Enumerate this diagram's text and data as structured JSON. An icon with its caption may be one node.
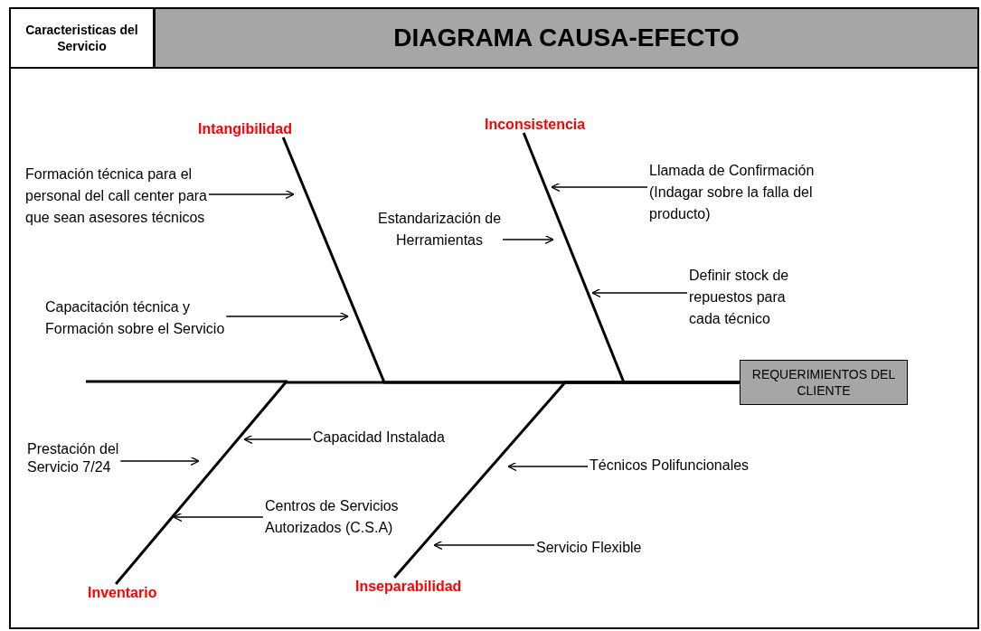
{
  "diagram": {
    "title": "DIAGRAMA CAUSA-EFECTO",
    "nodes": [
      {
        "text": [
          "Intangibilidad"
        ]
      },
      {
        "text": [
          "Inconsistencia"
        ]
      },
      {
        "text": [
          "Formación técnica para el personal del call center para que sean asesores técnicos"
        ]
      },
      {
        "text": [
          "Estandarización de Herramientas"
        ]
      },
      {
        "text": [
          "Llamada de Confirmación (Indagar sobre la falla del producto)"
        ]
      },
      {
        "text": [
          "Definir stock de repuestos para cada técnico"
        ]
      },
      {
        "text": [
          "Capacitación técnica  y Formación sobre el Servicio"
        ]
      },
      {
        "text": [
          "REQUERIMIENTOS DEL CLIENTE"
        ]
      },
      {
        "text": [
          "Capacidad Instalada"
        ]
      },
      {
        "text": [
          "Prestación del Servicio 7/24"
        ]
      },
      {
        "text": [
          "Técnicos Polifuncionales"
        ]
      },
      {
        "text": [
          "Centros de Servicios Autorizados (C.S.A)"
        ]
      },
      {
        "text": [
          "Servicio Flexible"
        ]
      },
      {
        "text": [
          "Inventario"
        ]
      },
      {
        "text": [
          "Inseparabilidad"
        ]
      }
    ],
    "edges": [
      {
        "from": 2,
        "to": null,
        "arrow": "to"
      },
      {
        "from": 3,
        "to": null,
        "arrow": "to"
      },
      {
        "from": 4,
        "to": null,
        "arrow": "to"
      },
      {
        "from": 5,
        "to": null,
        "arrow": "to"
      },
      {
        "from": 6,
        "to": null,
        "arrow": "to"
      },
      {
        "from": 8,
        "to": null,
        "arrow": "to"
      },
      {
        "from": 9,
        "to": null,
        "arrow": "to"
      },
      {
        "from": 10,
        "to": null,
        "arrow": "to"
      },
      {
        "from": 11,
        "to": null,
        "arrow": "to"
      },
      {
        "from": 12,
        "to": null,
        "arrow": "to"
      },
      {
        "from": 0,
        "to": 7,
        "arrow": "none",
        "style": "thick"
      },
      {
        "from": 1,
        "to": 7,
        "arrow": "none",
        "style": "thick"
      },
      {
        "from": 13,
        "to": 7,
        "arrow": "none",
        "style": "thick"
      },
      {
        "from": 14,
        "to": 7,
        "arrow": "none",
        "style": "thick"
      }
    ],
    "labels": [
      "Caracteristicas del Servicio"
    ]
  }
}
